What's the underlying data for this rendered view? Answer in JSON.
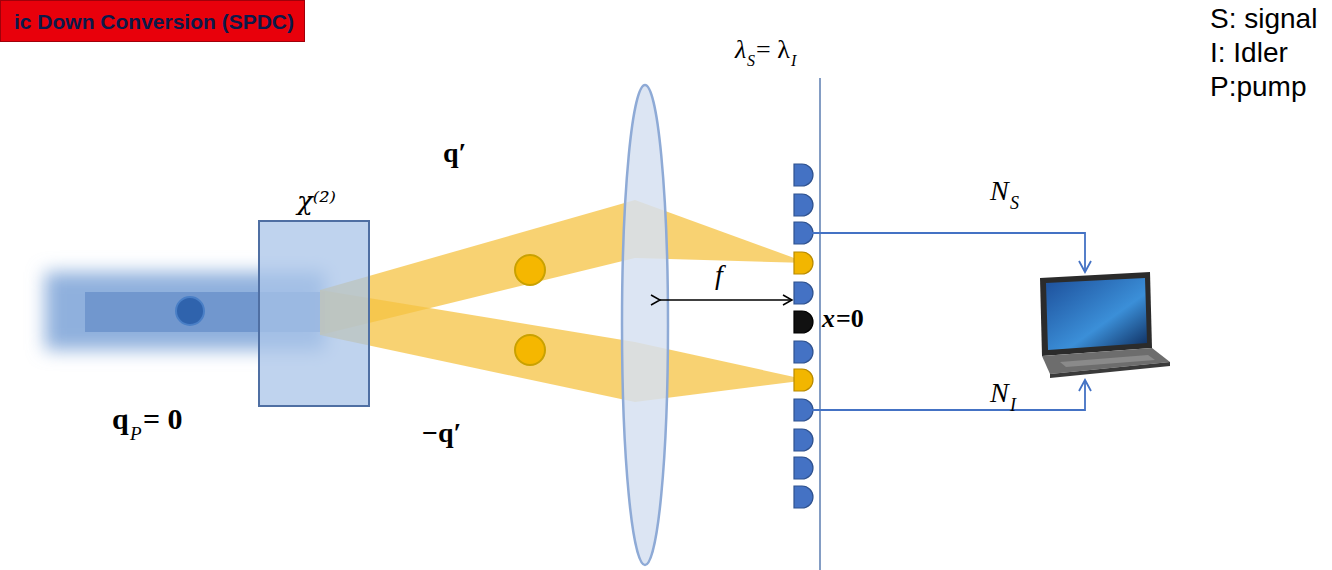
{
  "diagram": {
    "nodes": [
      {
        "text": [
          "ic Down Conversion (SPDC)"
        ]
      },
      {
        "text": [
          "χ⁽²⁾"
        ]
      }
    ],
    "labels": [
      "S: signal",
      "I: Idler",
      "P:pump",
      "λ",
      "S",
      "= λ",
      "I",
      "q′",
      "−q′",
      "q",
      "P",
      "= 0",
      "f",
      "x",
      "=0",
      "N",
      "S",
      "N",
      "I"
    ]
  }
}
